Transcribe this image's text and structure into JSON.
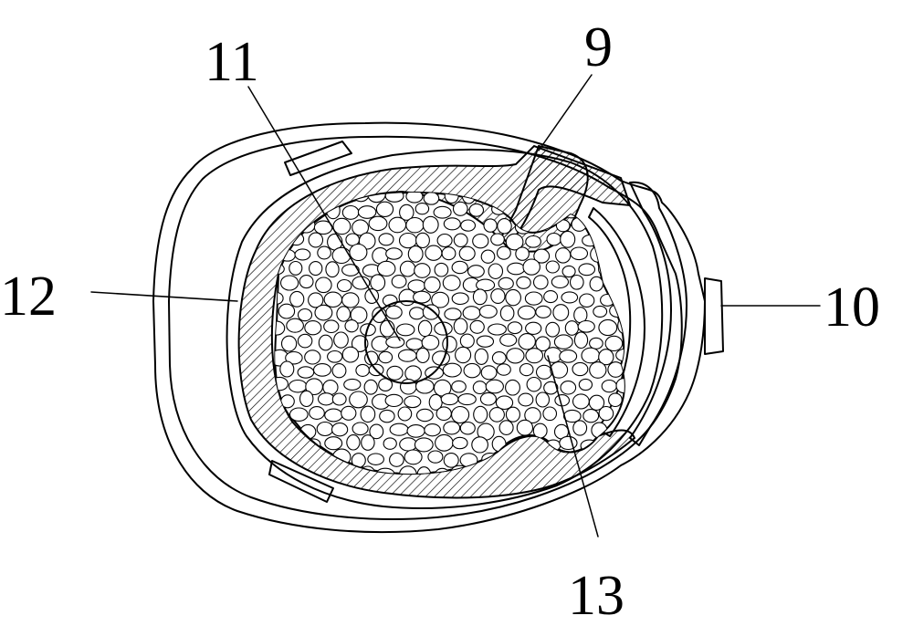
{
  "labels": {
    "label_9": "9",
    "label_10": "10",
    "label_11": "11",
    "label_12": "12",
    "label_13": "13"
  },
  "colors": {
    "line": "#000000",
    "background": "#ffffff"
  }
}
